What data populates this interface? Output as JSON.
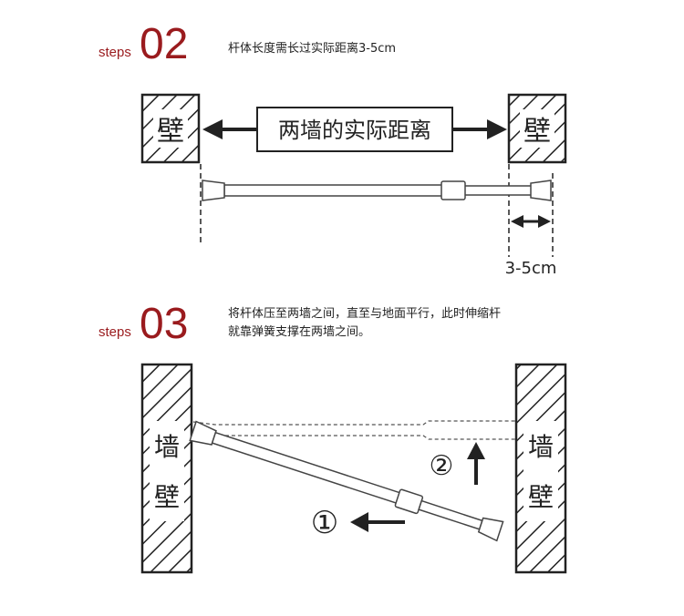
{
  "step2": {
    "label": "steps",
    "number": "02",
    "description": "杆体长度需长过实际距离3-5cm",
    "wall_left": "壁",
    "wall_right": "壁",
    "distance_label": "两墙的实际距离",
    "extra_label": "3-5cm"
  },
  "step3": {
    "label": "steps",
    "number": "03",
    "description_line1": "将杆体压至两墙之间，直至与地面平行，此时伸缩杆",
    "description_line2": "就靠弹簧支撑在两墙之间。",
    "wall_left_top": "墙",
    "wall_left_bottom": "壁",
    "wall_right_top": "墙",
    "wall_right_bottom": "壁",
    "marker_1": "①",
    "marker_2": "②"
  },
  "colors": {
    "accent": "#9a1b1e",
    "ink": "#222222"
  }
}
